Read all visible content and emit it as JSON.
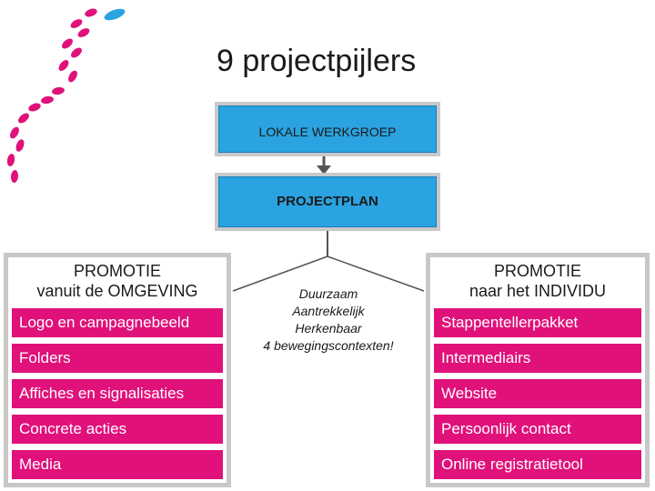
{
  "title": "9 projectpijlers",
  "werkgroep": "LOKALE WERKGROEP",
  "projectplan": "PROJECTPLAN",
  "left": {
    "heading_line1": "PROMOTIE",
    "heading_line2": "vanuit de OMGEVING",
    "items": [
      "Logo en campagnebeeld",
      "Folders",
      "Affiches en signalisaties",
      "Concrete acties",
      "Media"
    ]
  },
  "right": {
    "heading_line1": "PROMOTIE",
    "heading_line2": "naar het INDIVIDU",
    "items": [
      "Stappentellerpakket",
      "Intermediairs",
      "Website",
      "Persoonlijk contact",
      "Online registratietool"
    ]
  },
  "center": {
    "lines": [
      "Duurzaam",
      "Aantrekkelijk",
      "Herkenbaar",
      "4 bewegingscontexten!"
    ]
  },
  "colors": {
    "accent_pink": "#e0117a",
    "accent_blue": "#2aa3e0",
    "connector": "#555555"
  }
}
